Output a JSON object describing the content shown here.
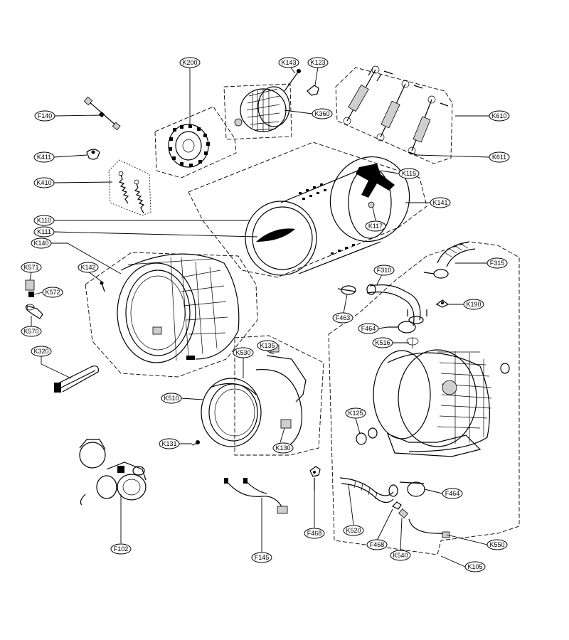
{
  "labels": [
    {
      "id": "K200",
      "text": "K200"
    },
    {
      "id": "K143",
      "text": "K143"
    },
    {
      "id": "K123",
      "text": "K123"
    },
    {
      "id": "K360",
      "text": "K360"
    },
    {
      "id": "K610",
      "text": "K610"
    },
    {
      "id": "K611",
      "text": "K611"
    },
    {
      "id": "F140",
      "text": "F140"
    },
    {
      "id": "K411",
      "text": "K411"
    },
    {
      "id": "K410",
      "text": "K410"
    },
    {
      "id": "K115",
      "text": "K115"
    },
    {
      "id": "K141",
      "text": "K141"
    },
    {
      "id": "K117",
      "text": "K117"
    },
    {
      "id": "K110",
      "text": "K110"
    },
    {
      "id": "K111",
      "text": "K111"
    },
    {
      "id": "K140",
      "text": "K140"
    },
    {
      "id": "K571",
      "text": "K571"
    },
    {
      "id": "K142",
      "text": "K142"
    },
    {
      "id": "K572",
      "text": "K572"
    },
    {
      "id": "K570",
      "text": "K570"
    },
    {
      "id": "K320",
      "text": "K320"
    },
    {
      "id": "F310",
      "text": "F310"
    },
    {
      "id": "F315",
      "text": "F315"
    },
    {
      "id": "K190",
      "text": "K190"
    },
    {
      "id": "F463",
      "text": "F463"
    },
    {
      "id": "F464a",
      "text": "F464"
    },
    {
      "id": "K516",
      "text": "K516"
    },
    {
      "id": "K530",
      "text": "K530"
    },
    {
      "id": "K135",
      "text": "K135"
    },
    {
      "id": "K510",
      "text": "K510"
    },
    {
      "id": "K131",
      "text": "K131"
    },
    {
      "id": "K130",
      "text": "K130"
    },
    {
      "id": "K125",
      "text": "K125"
    },
    {
      "id": "F464b",
      "text": "F464"
    },
    {
      "id": "F468a",
      "text": "F468"
    },
    {
      "id": "K520",
      "text": "K520"
    },
    {
      "id": "F468b",
      "text": "F468"
    },
    {
      "id": "K540",
      "text": "K540"
    },
    {
      "id": "K550",
      "text": "K550"
    },
    {
      "id": "K105",
      "text": "K105"
    },
    {
      "id": "F102",
      "text": "F102"
    },
    {
      "id": "F145",
      "text": "F145"
    }
  ]
}
